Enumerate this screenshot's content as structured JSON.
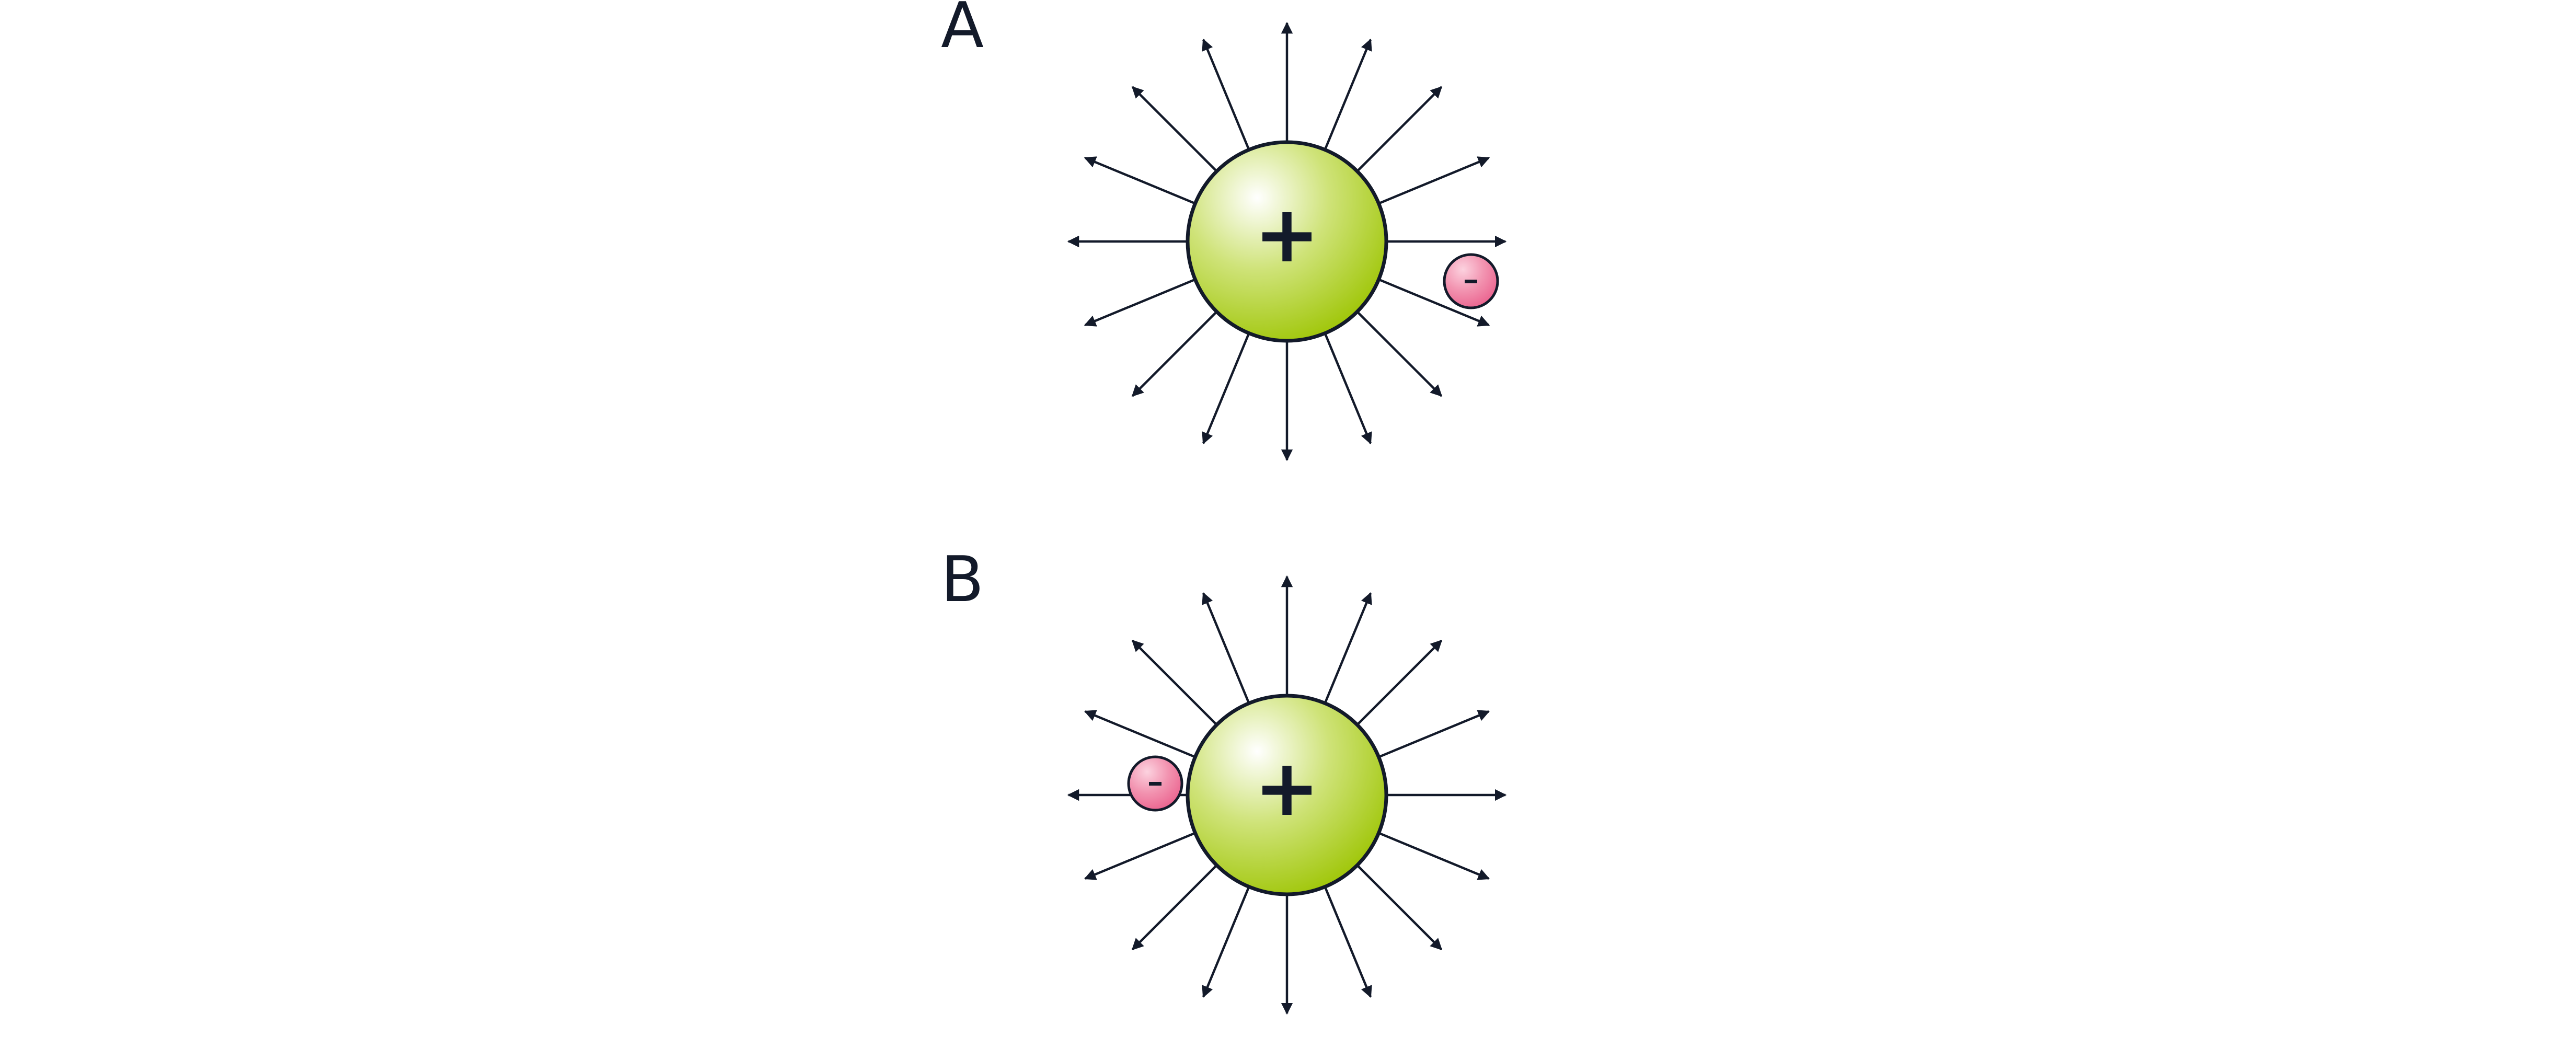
{
  "panels": [
    {
      "label": "A",
      "center_sign": "+",
      "test_charge_sign": "-",
      "test_charge_side": "right"
    },
    {
      "label": "B",
      "center_sign": "+",
      "test_charge_sign": "-",
      "test_charge_side": "left"
    }
  ],
  "field_lines_per_charge": 16,
  "colors": {
    "positive": "#a3c600",
    "negative": "#ee6b96",
    "line": "#131a2a"
  }
}
